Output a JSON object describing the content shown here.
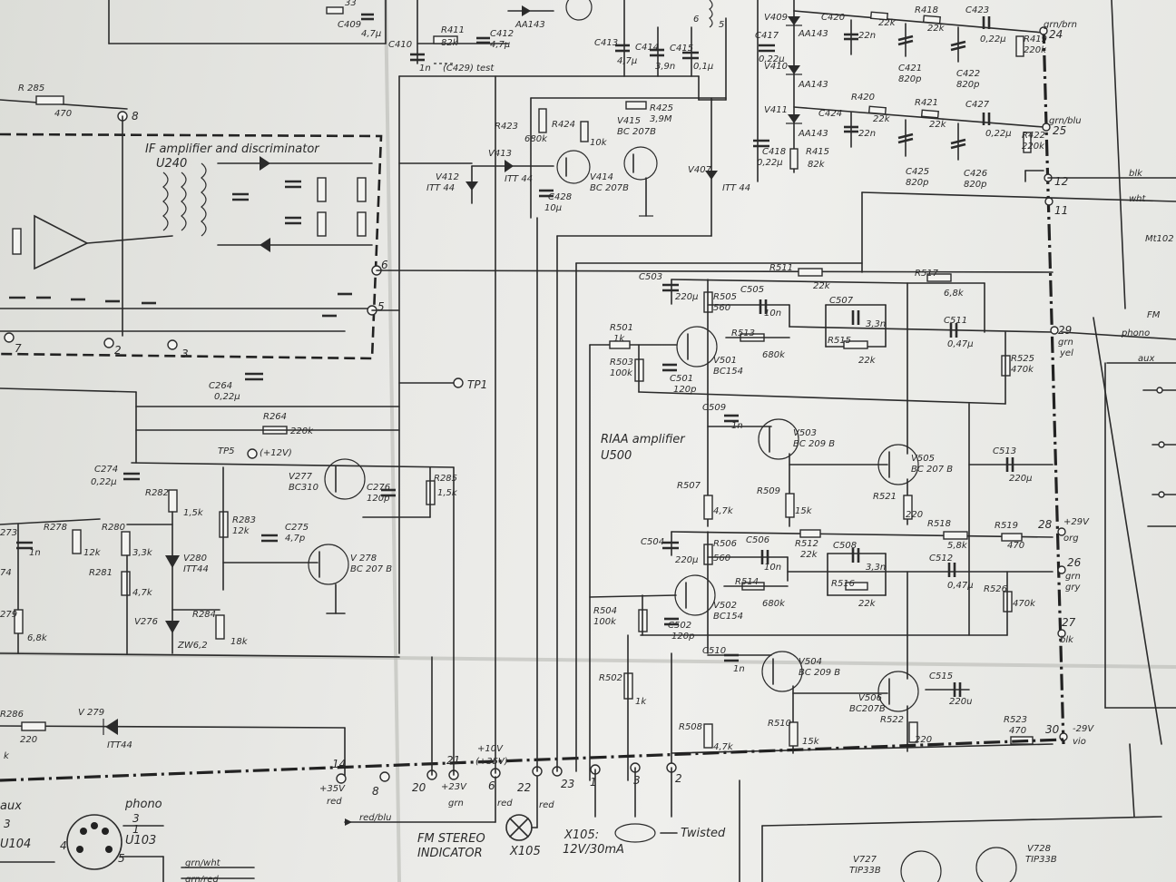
{
  "blocks": {
    "if": {
      "title": "IF amplifier and discriminator",
      "ref": "U240"
    },
    "riaa": {
      "title": "RIAA amplifier",
      "ref": "U500"
    }
  },
  "top": {
    "c409": "C409",
    "c409_val": "4,7µ",
    "v33": "33",
    "r411": "R411",
    "r411_val": "82k",
    "c412": "C412",
    "c412_val": "4,7µ",
    "c410": "C410",
    "c410_val": "1n",
    "c429": "(C429) test",
    "aa143": "AA143",
    "c413": "C413",
    "c413_val": "4,7µ",
    "c414": "C414",
    "c414_val": "3,9n",
    "c415": "C415",
    "c415_val": "0,1µ",
    "t6": "6",
    "t5": "5",
    "v409": "V409",
    "v410": "V410",
    "v411": "V411",
    "aa143b": "AA143",
    "aa143c": "AA143",
    "aa143d": "AA143",
    "c417": "C417",
    "c417_val": "0,22µ",
    "c418": "C418",
    "c418_val": "0,22µ",
    "r415": "R415",
    "r415_val": "82k",
    "c420": "C420",
    "c420_val": "22n",
    "r417_val": "22k",
    "r418": "R418",
    "r418_val": "22k",
    "c423": "C423",
    "c423_val": "0,22µ",
    "c421": "C421",
    "c421_val": "820p",
    "c422": "C422",
    "c422_val": "820p",
    "r419": "R419",
    "r419_val": "220k",
    "r420": "R420",
    "r420_val": "22k",
    "r421": "R421",
    "r421_val": "22k",
    "c424": "C424",
    "c424_val": "22n",
    "c427": "C427",
    "c427_val": "0,22µ",
    "c425": "C425",
    "c425_val": "820p",
    "c426": "C426",
    "c426_val": "820p",
    "r422": "R422",
    "r422_val": "220k",
    "r423": "R423",
    "r423_val": "680k",
    "r424": "R424",
    "r424_val": "10k",
    "r425": "R425",
    "r425_val": "3,9M",
    "v415": "V415",
    "v415_type": "BC 207B",
    "v414": "V414",
    "v414_type": "BC 207B",
    "v413": "V413",
    "v413_type": "ITT 44",
    "v412": "V412",
    "v412_type": "ITT 44",
    "c428": "C428",
    "c428_val": "10µ",
    "v407": "V407",
    "v407_type": "ITT 44",
    "r285": "R 285",
    "r285_val": "470",
    "n8": "8"
  },
  "if_block": {
    "n6": "6",
    "n5": "5",
    "n7": "7",
    "n2": "2",
    "n3": "3"
  },
  "mid_left": {
    "tp1": "TP1",
    "c264": "C264",
    "c264_val": "0,22µ",
    "r264": "R264",
    "r264_val": "220k",
    "tp5": "TP5",
    "tp5_val": "(+12V)",
    "c274": "C274",
    "c274_val": "0,22µ",
    "r282": "R282",
    "r282_val": "1,5k",
    "v277": "V277",
    "v277_type": "BC310",
    "c276": "C276",
    "c276_val": "120p",
    "r285b": "R285",
    "r285b_val": "1,5k",
    "r283": "R283",
    "r283_val": "12k",
    "c275": "C275",
    "c275_val": "4,7p",
    "v278": "V 278",
    "v278_type": "BC 207 B",
    "c273": "273",
    "c273_val": "1n",
    "r278": "R278",
    "r278_val": "12k",
    "r280": "R280",
    "r280_val": "3,3k",
    "r281": "R281",
    "r281_val": "4,7k",
    "v280": "V280",
    "v280_type": "ITT44",
    "c274b": "74",
    "r279": "279",
    "r279_val": "6,8k",
    "v276": "V276",
    "v276_type": "ZW6,2",
    "r284": "R284",
    "r284_val": "18k",
    "r286": "R286",
    "r286_val": "220",
    "v279": "V 279",
    "v279_type": "ITT44",
    "k": "k"
  },
  "riaa": {
    "c503": "C503",
    "c503_val": "220µ",
    "r511": "R511",
    "r511_val": "22k",
    "r517": "R517",
    "r517_val": "6,8k",
    "r505": "R505",
    "r505_val": "560",
    "c505": "C505",
    "c505_val": "10n",
    "c507": "C507",
    "c507_val": "3,3n",
    "c511": "C511",
    "c511_val": "0,47µ",
    "r513": "R513",
    "r513_val": "680k",
    "r515": "R515",
    "r515_val": "22k",
    "r525": "R525",
    "r525_val": "470k",
    "r501": "R501",
    "r501_val": "1k",
    "r503": "R503",
    "r503_val": "100k",
    "v501": "V501",
    "v501_type": "BC154",
    "c501": "C501",
    "c501_val": "120p",
    "c509": "C509",
    "c509_val": "1n",
    "v503": "V503",
    "v503_type": "BC 209 B",
    "v505": "V505",
    "v505_type": "BC 207 B",
    "c513": "C513",
    "c513_val": "220µ",
    "r507": "R507",
    "r507_val": "4,7k",
    "r509": "R509",
    "r509_val": "15k",
    "r521": "R521",
    "r521_val": "220",
    "r518": "R518",
    "r518_val": "5,8k",
    "r519": "R519",
    "r519_val": "470",
    "c504": "C504",
    "c504_val": "220µ",
    "r506": "R506",
    "r506_val": "560",
    "c506": "C506",
    "c506_val": "10n",
    "r512": "R512",
    "r512_val": "22k",
    "c508": "C508",
    "c508_val": "3,3n",
    "c512": "C512",
    "c512_val": "0,47µ",
    "r514": "R514",
    "r514_val": "680k",
    "r516": "R516",
    "r516_val": "22k",
    "r526": "R526",
    "r526_val": "470k",
    "r504": "R504",
    "r504_val": "100k",
    "v502": "V502",
    "v502_type": "BC154",
    "c502": "C502",
    "c502_val": "120p",
    "r502": "R502",
    "r502_val": "1k",
    "c510": "C510",
    "c510_val": "1n",
    "v504": "V504",
    "v504_type": "BC 209 B",
    "v506": "V506",
    "v506_type": "BC207B",
    "c515": "C515",
    "c515_val": "220u",
    "r508": "R508",
    "r508_val": "4,7k",
    "r510": "R510",
    "r510_val": "15k",
    "r522": "R522",
    "r522_val": "220",
    "r523": "R523",
    "r523_val": "470"
  },
  "connector": {
    "p24": "24",
    "p24_c": "grn/brn",
    "p25": "25",
    "p25_c": "grn/blu",
    "p12": "12",
    "p11": "11",
    "blk": "blk",
    "wht": "wht",
    "mt": "Mt102",
    "fm": "FM",
    "phono": "phono",
    "aux": "aux",
    "p29": "29",
    "p29_c": "grn",
    "p29_c2": "yel",
    "p28": "28",
    "p28_v": "+29V",
    "p28_c": "org",
    "p26": "26",
    "p26_c": "grn",
    "p26_c2": "gry",
    "p27": "27",
    "p27_c": "blk",
    "p30": "30",
    "p30_v": "-29V",
    "p30_c": "vio"
  },
  "bottom": {
    "p14": "14",
    "p14_v": "+35V",
    "p14_c": "red",
    "p8": "8",
    "p20": "20",
    "p21": "21",
    "p21_v": "+23V",
    "p21_c": "grn",
    "p6": "6",
    "p6_v": "+10V",
    "p6_v2": "(+35V)",
    "p22": "22",
    "p23": "23",
    "p1": "1",
    "p3": "3",
    "p2": "2",
    "red_blu": "red/blu",
    "red1": "red",
    "red2": "red",
    "fm_stereo": "FM STEREO",
    "indicator": "INDICATOR",
    "x105": "X105",
    "x105b": "X105:",
    "x105_rating": "12V/30mA",
    "twisted": "Twisted",
    "aux": "aux",
    "phono": "phono",
    "x104": "U104",
    "x103": "U103",
    "p_3": "3",
    "p_4": "4",
    "p_5": "5",
    "p_1": "1",
    "p_3b": "3",
    "grn_wht": "grn/wht",
    "grn_red": "grn/red",
    "v727": "V727",
    "v727_type": "TIP33B",
    "v728": "V728",
    "v728_type": "TIP33B"
  }
}
